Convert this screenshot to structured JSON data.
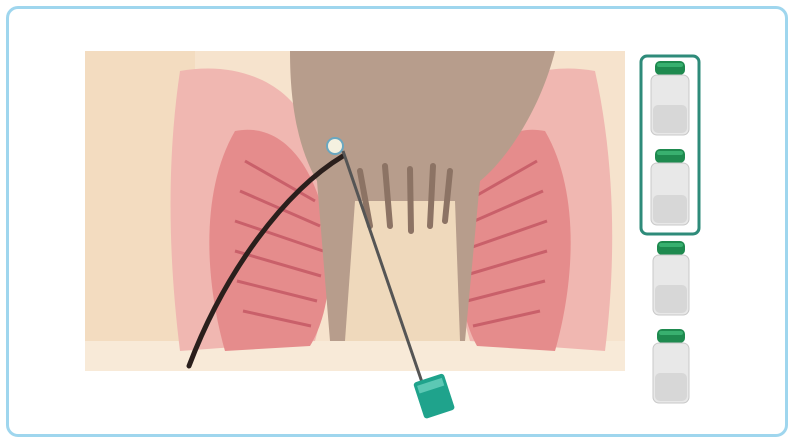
{
  "figure": {
    "frame_color": "#9fd6ee",
    "colors": {
      "tissue_background": "#f6e3cd",
      "muscle_pink": "#e58c8c",
      "muscle_stripe": "#c9606a",
      "canal": "#b79d8c",
      "canal_shadow": "#8c7364",
      "fat_blue": "#cfe8f1",
      "fistula_tract": "#2a1f1c",
      "probe": "#555555",
      "syringe_teal": "#1fa38c",
      "vial_cap": "#1e8a4f",
      "vial_glass": "#e8e8e8",
      "vial_highlight_box": "#2e8b7a"
    },
    "icons": [
      "anatomy-cross-section",
      "fistula-tract",
      "probe-needle",
      "syringe-tip",
      "vial"
    ],
    "vials": [
      {
        "highlighted": true
      },
      {
        "highlighted": true
      },
      {
        "highlighted": false
      },
      {
        "highlighted": false
      }
    ]
  }
}
